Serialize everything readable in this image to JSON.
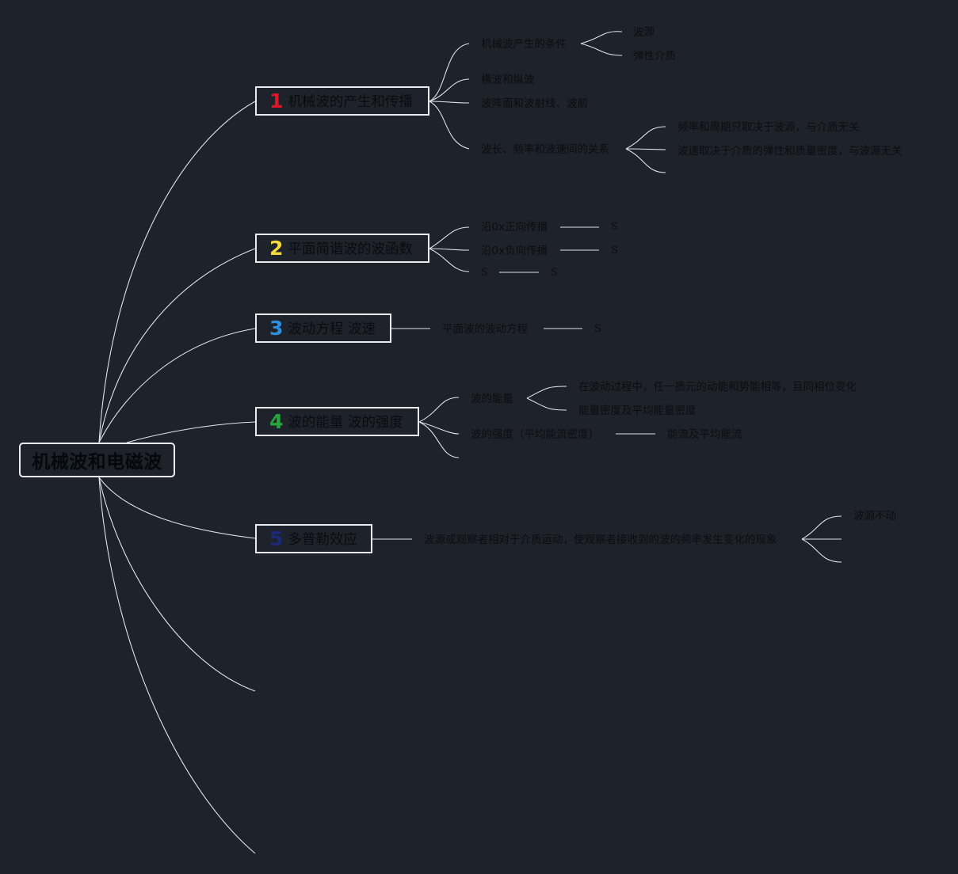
{
  "root": "机械波和电磁波",
  "branches": [
    {
      "num": "1",
      "title": "机械波的产生和传播",
      "items": [
        {
          "label": "机械波产生的条件",
          "children": [
            "波源",
            "弹性介质"
          ]
        },
        {
          "label": "横波和纵波"
        },
        {
          "label": "波阵面和波射线、波前"
        },
        {
          "label": "波长、频率和波速间的关系",
          "children": [
            "频率和周期只取决于波源，与介质无关",
            "波速取决于介质的弹性和质量密度，与波源无关"
          ]
        }
      ]
    },
    {
      "num": "2",
      "title": "平面简谐波的波函数",
      "items": [
        {
          "label": "沿0x正向传播",
          "next": "S"
        },
        {
          "label": "沿0x负向传播",
          "next": "S"
        },
        {
          "label": "S",
          "next": "S"
        }
      ]
    },
    {
      "num": "3",
      "title": "波动方程 波速",
      "items": [
        {
          "label": "平面波的波动方程",
          "next": "S"
        }
      ]
    },
    {
      "num": "4",
      "title": "波的能量 波的强度",
      "items": [
        {
          "label": "波的能量",
          "children": [
            "在波动过程中，任一质元的动能和势能相等，且同相位变化",
            "能量密度及平均能量密度"
          ]
        },
        {
          "label": "波的强度（平均能流密度）",
          "next": "能流及平均能流"
        }
      ]
    },
    {
      "num": "5",
      "title": "多普勒效应",
      "items": [
        {
          "label": "波源或观察者相对于介质运动，使观察者接收到的波的频率发生变化的现象",
          "children": [
            "波源不动"
          ]
        }
      ]
    }
  ]
}
